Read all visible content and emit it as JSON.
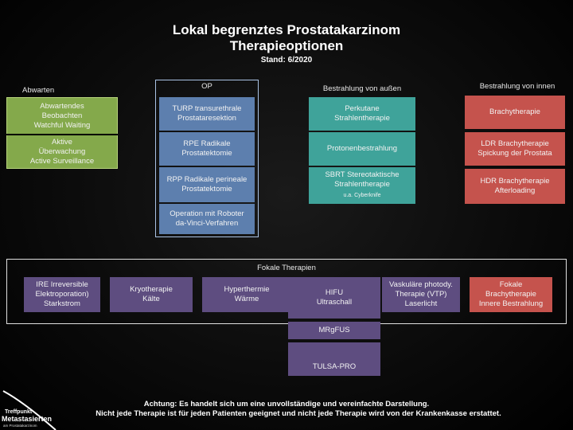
{
  "title": {
    "line1": "Lokal begrenztes Prostatakarzinom",
    "line2": "Therapieoptionen",
    "date": "Stand: 6/2020"
  },
  "columns": {
    "abwarten": {
      "header": "Abwarten",
      "items": [
        "Abwartendes\nBeobachten\nWatchful Waiting",
        "Aktive\nÜberwachung\nActive Surveillance"
      ]
    },
    "op": {
      "header": "OP",
      "items": [
        "TURP transurethrale\nProstataresektion",
        "RPE Radikale\nProstatektomie",
        "RPP Radikale perineale\nProstatektomie"
      ],
      "robot": "Operation mit Roboter\nda-Vinci-Verfahren"
    },
    "bestrahlung_aussen": {
      "header": "Bestrahlung von außen",
      "items": [
        "Perkutane\nStrahlentherapie",
        "Protonenbestrahlung",
        "SBRT Stereotaktische\nStrahlentherapie"
      ],
      "sbrt_sub": "u.a. Cyberknife"
    },
    "bestrahlung_innen": {
      "header": "Bestrahlung von innen",
      "items": [
        "Brachytherapie",
        "LDR Brachytherapie\nSpickung der Prostata",
        "HDR Brachytherapie\nAfterloading"
      ]
    }
  },
  "fokal": {
    "header": "Fokale Therapien",
    "items": [
      "IRE Irreversible\nElektroporation)\nStarkstrom",
      "Kryotherapie\nKälte",
      "Hyperthermie\nWärme",
      "HIFU\nUltraschall",
      "Vaskuläre photody.\nTherapie (VTP)\nLaserlicht",
      "Fokale\nBrachytherapie\nInnere Bestrahlung"
    ],
    "mrgfus": "MRgFUS",
    "tulsa": "TULSA-PRO"
  },
  "note": {
    "line1": "Achtung: Es handelt sich um eine unvollständige und vereinfachte Darstellung.",
    "line2": "Nicht jede Therapie ist für jeden Patienten geeignet und nicht jede Therapie wird von der Krankenkasse erstattet."
  },
  "logo": {
    "line1": "Treffpunkt",
    "line2": "Metastasierten",
    "line3": "am Prostatakarzinom"
  },
  "colors": {
    "abwarten": "#84a94b",
    "op": "#5d7fae",
    "bestrahlung_aussen": "#3fa39a",
    "bestrahlung_innen": "#c5534d",
    "fokal": "#5e4d80"
  }
}
